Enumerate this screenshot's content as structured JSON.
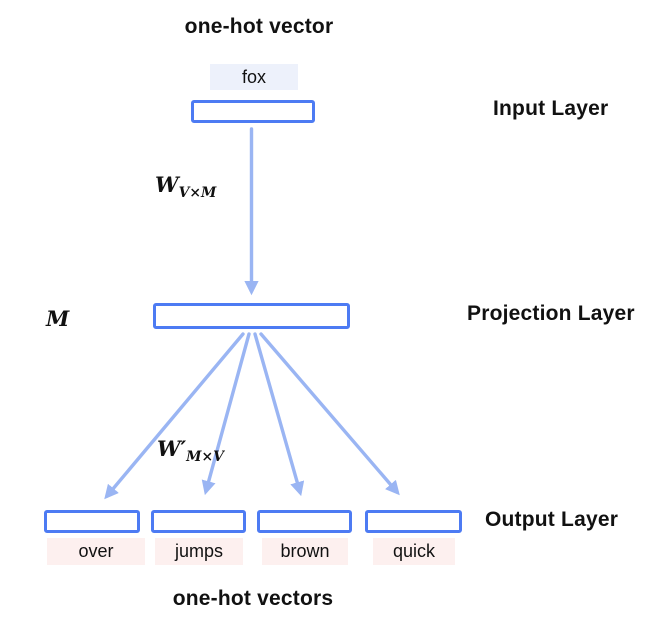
{
  "titles": {
    "top": "one-hot vector",
    "bottom": "one-hot vectors"
  },
  "input": {
    "word": "fox",
    "layer_label": "Input Layer"
  },
  "projection": {
    "dim_label": "M",
    "layer_label": "Projection Layer"
  },
  "output": {
    "layer_label": "Output Layer",
    "words": [
      "over",
      "jumps",
      "brown",
      "quick"
    ]
  },
  "weights": {
    "input_to_projection": {
      "base": "W",
      "sub": "V×M"
    },
    "projection_to_output": {
      "base": "W′",
      "sub": "M×V"
    }
  },
  "colors": {
    "box_border": "#4d7bf3",
    "arrow": "#9ab5f3",
    "input_word_bg": "#edf1fb",
    "output_word_bg": "#fdf0ef",
    "text": "#111111"
  }
}
